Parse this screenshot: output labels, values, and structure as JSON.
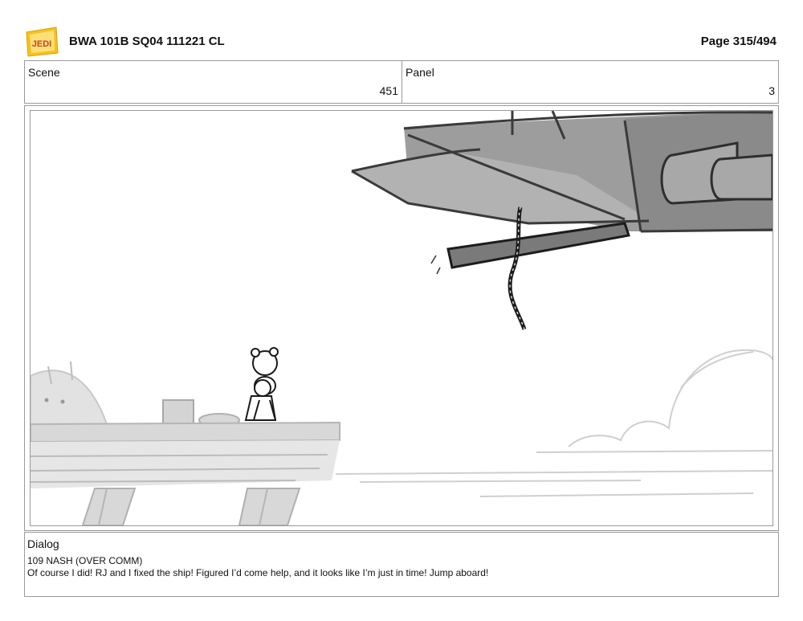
{
  "header": {
    "logo_text": "JEDI",
    "title": "BWA 101B SQ04 111221 CL",
    "page": "Page 315/494"
  },
  "info": {
    "scene_label": "Scene",
    "scene_value": "451",
    "panel_label": "Panel",
    "panel_value": "3"
  },
  "dialog": {
    "label": "Dialog",
    "speaker": "109 NASH (OVER COMM)",
    "text": "Of course I did! RJ and I fixed the ship! Figured I’d come help, and it looks like I’m just in time! Jump aboard!"
  },
  "colors": {
    "logo_yellow": "#f6c21c",
    "ship_gray": "#9d9d9d",
    "ship_dark": "#3a3a3a",
    "dock_gray": "#d4d4d4"
  }
}
